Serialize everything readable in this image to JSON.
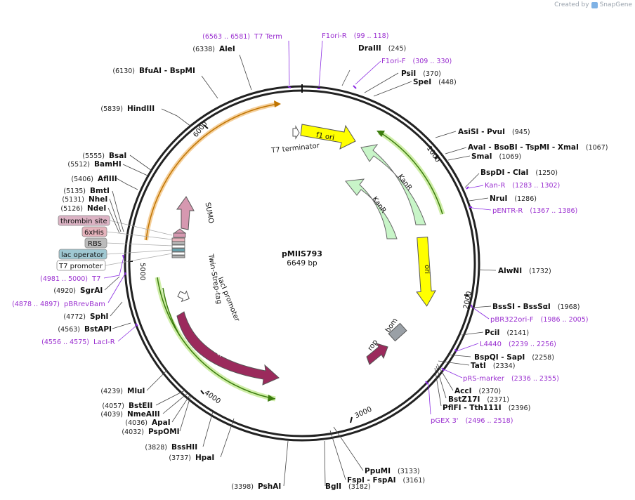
{
  "brand": {
    "created_by": "Created by",
    "app": "SnapGene"
  },
  "plasmid": {
    "name": "pMIIS793",
    "size": "6649 bp"
  },
  "ticks": [
    "1000",
    "2000",
    "3000",
    "4000",
    "5000",
    "6000"
  ],
  "features": {
    "f1_ori": "f1 ori",
    "t7_terminator": "T7 terminator",
    "kanr_1": "KanR",
    "kanr_2": "KanR",
    "ori": "ori",
    "bom": "bom",
    "rop": "rop",
    "laci": "lacI",
    "laci_promoter": "lacI promoter",
    "twin_strep_tag": "Twin-Strep-tag",
    "sumo": "SUMO"
  },
  "boxed_labels": {
    "thrombin": "thrombin site",
    "his": "6xHis",
    "rbs": "RBS",
    "lac_operator": "lac operator",
    "t7_promoter": "T7 promoter"
  },
  "enzymes": [
    {
      "key": "alei",
      "name": "AleI",
      "pos": "(6338)"
    },
    {
      "key": "bfuai",
      "name": "BfuAI   - BspMI",
      "pos": "(6130)"
    },
    {
      "key": "hindiii",
      "name": "HindIII",
      "pos": "(5839)"
    },
    {
      "key": "bsai",
      "name": "BsaI",
      "pos": "(5555)"
    },
    {
      "key": "bamhi",
      "name": "BamHI",
      "pos": "(5512)"
    },
    {
      "key": "aflIII",
      "name": "AflIII",
      "pos": "(5406)"
    },
    {
      "key": "bmti",
      "name": "BmtI",
      "pos": "(5135)"
    },
    {
      "key": "nhei",
      "name": "NheI",
      "pos": "(5131)"
    },
    {
      "key": "ndei",
      "name": "NdeI",
      "pos": "(5126)"
    },
    {
      "key": "sgrai",
      "name": "SgrAI",
      "pos": "(4920)"
    },
    {
      "key": "sphi",
      "name": "SphI",
      "pos": "(4772)"
    },
    {
      "key": "bstapi",
      "name": "BstAPI",
      "pos": "(4563)"
    },
    {
      "key": "mlui",
      "name": "MluI",
      "pos": "(4239)"
    },
    {
      "key": "bsteii",
      "name": "BstEII",
      "pos": "(4057)"
    },
    {
      "key": "nmeaiii",
      "name": "NmeAIII",
      "pos": "(4039)"
    },
    {
      "key": "apai",
      "name": "ApaI",
      "pos": "(4036)"
    },
    {
      "key": "pspomi",
      "name": "PspOMI",
      "pos": "(4032)"
    },
    {
      "key": "bsshii",
      "name": "BssHII",
      "pos": "(3828)"
    },
    {
      "key": "hpai",
      "name": "HpaI",
      "pos": "(3737)"
    },
    {
      "key": "pshai",
      "name": "PshAI",
      "pos": "(3398)"
    },
    {
      "key": "bgli",
      "name": "BglI",
      "pos": "(3182)"
    },
    {
      "key": "fspi",
      "name": "FspI   - FspAI",
      "pos": "(3161)"
    },
    {
      "key": "ppumi",
      "name": "PpuMI",
      "pos": "(3133)"
    },
    {
      "key": "draiii",
      "name": "DraIII",
      "pos": "(245)"
    },
    {
      "key": "psii",
      "name": "PsiI",
      "pos": "(370)"
    },
    {
      "key": "spei",
      "name": "SpeI",
      "pos": "(448)"
    },
    {
      "key": "asisi",
      "name": "AsiSI   - PvuI",
      "pos": "(945)"
    },
    {
      "key": "avai",
      "name": "AvaI   - BsoBI   - TspMI   - XmaI",
      "pos": "(1067)"
    },
    {
      "key": "smai",
      "name": "SmaI",
      "pos": "(1069)"
    },
    {
      "key": "bspdi",
      "name": "BspDI   - ClaI",
      "pos": "(1250)"
    },
    {
      "key": "nrui",
      "name": "NruI",
      "pos": "(1286)"
    },
    {
      "key": "alwni",
      "name": "AlwNI",
      "pos": "(1732)"
    },
    {
      "key": "bsssi",
      "name": "BssSI   - BssSαI",
      "pos": "(1968)"
    },
    {
      "key": "pcii",
      "name": "PciI",
      "pos": "(2141)"
    },
    {
      "key": "bspqi",
      "name": "BspQI   - SapI",
      "pos": "(2258)"
    },
    {
      "key": "tati",
      "name": "TatI",
      "pos": "(2334)"
    },
    {
      "key": "acci",
      "name": "AccI",
      "pos": "(2370)"
    },
    {
      "key": "bstz17i",
      "name": "BstZ17I",
      "pos": "(2371)"
    },
    {
      "key": "pflfi",
      "name": "PflFI   - Tth111I",
      "pos": "(2396)"
    }
  ],
  "primers": [
    {
      "key": "t7term",
      "name": "T7 Term",
      "pos": "(6563 .. 6581)"
    },
    {
      "key": "f1orir",
      "name": "F1ori-R",
      "pos": "(99 .. 118)"
    },
    {
      "key": "f1orif",
      "name": "F1ori-F",
      "pos": "(309 .. 330)"
    },
    {
      "key": "kanr",
      "name": "Kan-R",
      "pos": "(1283 .. 1302)"
    },
    {
      "key": "pentrr",
      "name": "pENTR-R",
      "pos": "(1367 .. 1386)"
    },
    {
      "key": "pbr322orif",
      "name": "pBR322ori-F",
      "pos": "(1986 .. 2005)"
    },
    {
      "key": "l4440",
      "name": "L4440",
      "pos": "(2239 .. 2256)"
    },
    {
      "key": "prsmarker",
      "name": "pRS-marker",
      "pos": "(2336 .. 2355)"
    },
    {
      "key": "pgex3",
      "name": "pGEX 3'",
      "pos": "(2496 .. 2518)"
    },
    {
      "key": "t7",
      "name": "T7",
      "pos": "(4981 .. 5000)"
    },
    {
      "key": "pbrrevbam",
      "name": "pBRrevBam",
      "pos": "(4878 .. 4897)"
    },
    {
      "key": "lacir",
      "name": "LacI-R",
      "pos": "(4556 .. 4575)"
    }
  ]
}
